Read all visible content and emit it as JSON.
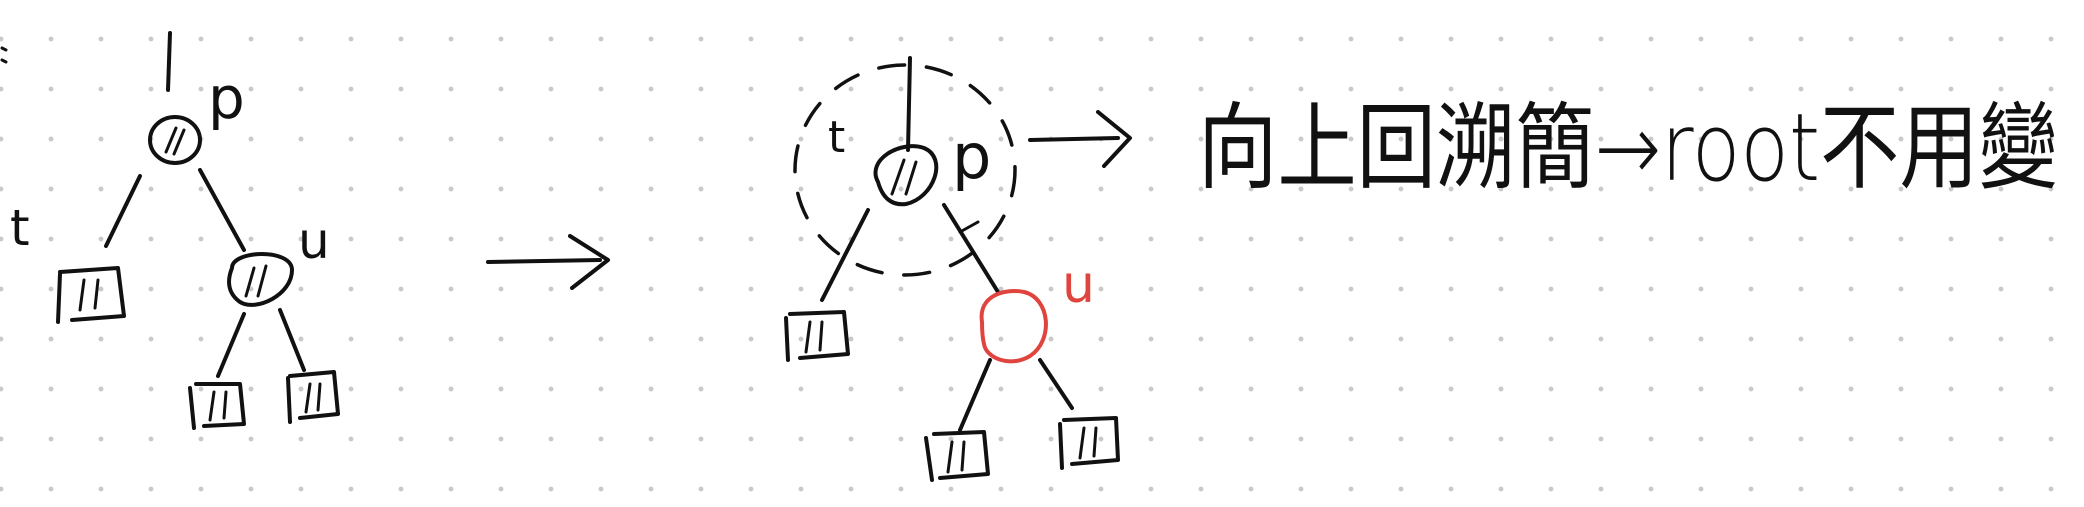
{
  "colors": {
    "ink": "#111111",
    "highlight": "#e0443f",
    "grid_dot": "#c9c9c9",
    "background": "#ffffff"
  },
  "left_tree": {
    "parent_label": "p",
    "target_label": "t",
    "uncle_label": "u"
  },
  "right_tree": {
    "parent_label": "p",
    "target_label": "t",
    "uncle_label": "u"
  },
  "note": {
    "text": "向上回溯簡→root不用變"
  }
}
